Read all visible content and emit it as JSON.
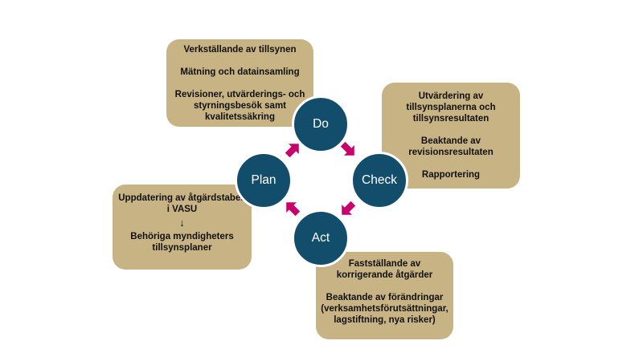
{
  "cycle": {
    "do": {
      "label": "Do",
      "lines": [
        "Verkställande av tillsynen",
        "Mätning och datainsamling",
        "Revisioner, utvärderings- och styrningsbesök samt kvalitetssäkring"
      ]
    },
    "check": {
      "label": "Check",
      "lines": [
        "Utvärdering av tillsynsplanerna och tillsynsresultaten",
        "Beaktande av revisionsresultaten",
        "Rapportering"
      ]
    },
    "act": {
      "label": "Act",
      "lines": [
        "Fastställande av korrigerande åtgärder",
        "Beaktande av förändringar (verksamhetsförutsättningar, lagstiftning, nya risker)"
      ]
    },
    "plan": {
      "label": "Plan",
      "lines": [
        "Uppdatering av åtgärdstabell i VASU",
        "↓",
        "Behöriga myndigheters tillsynsplaner"
      ]
    }
  },
  "colors": {
    "box_fill": "#c8b384",
    "circle_fill": "#124e6c",
    "arrow_fill": "#c9006b"
  }
}
